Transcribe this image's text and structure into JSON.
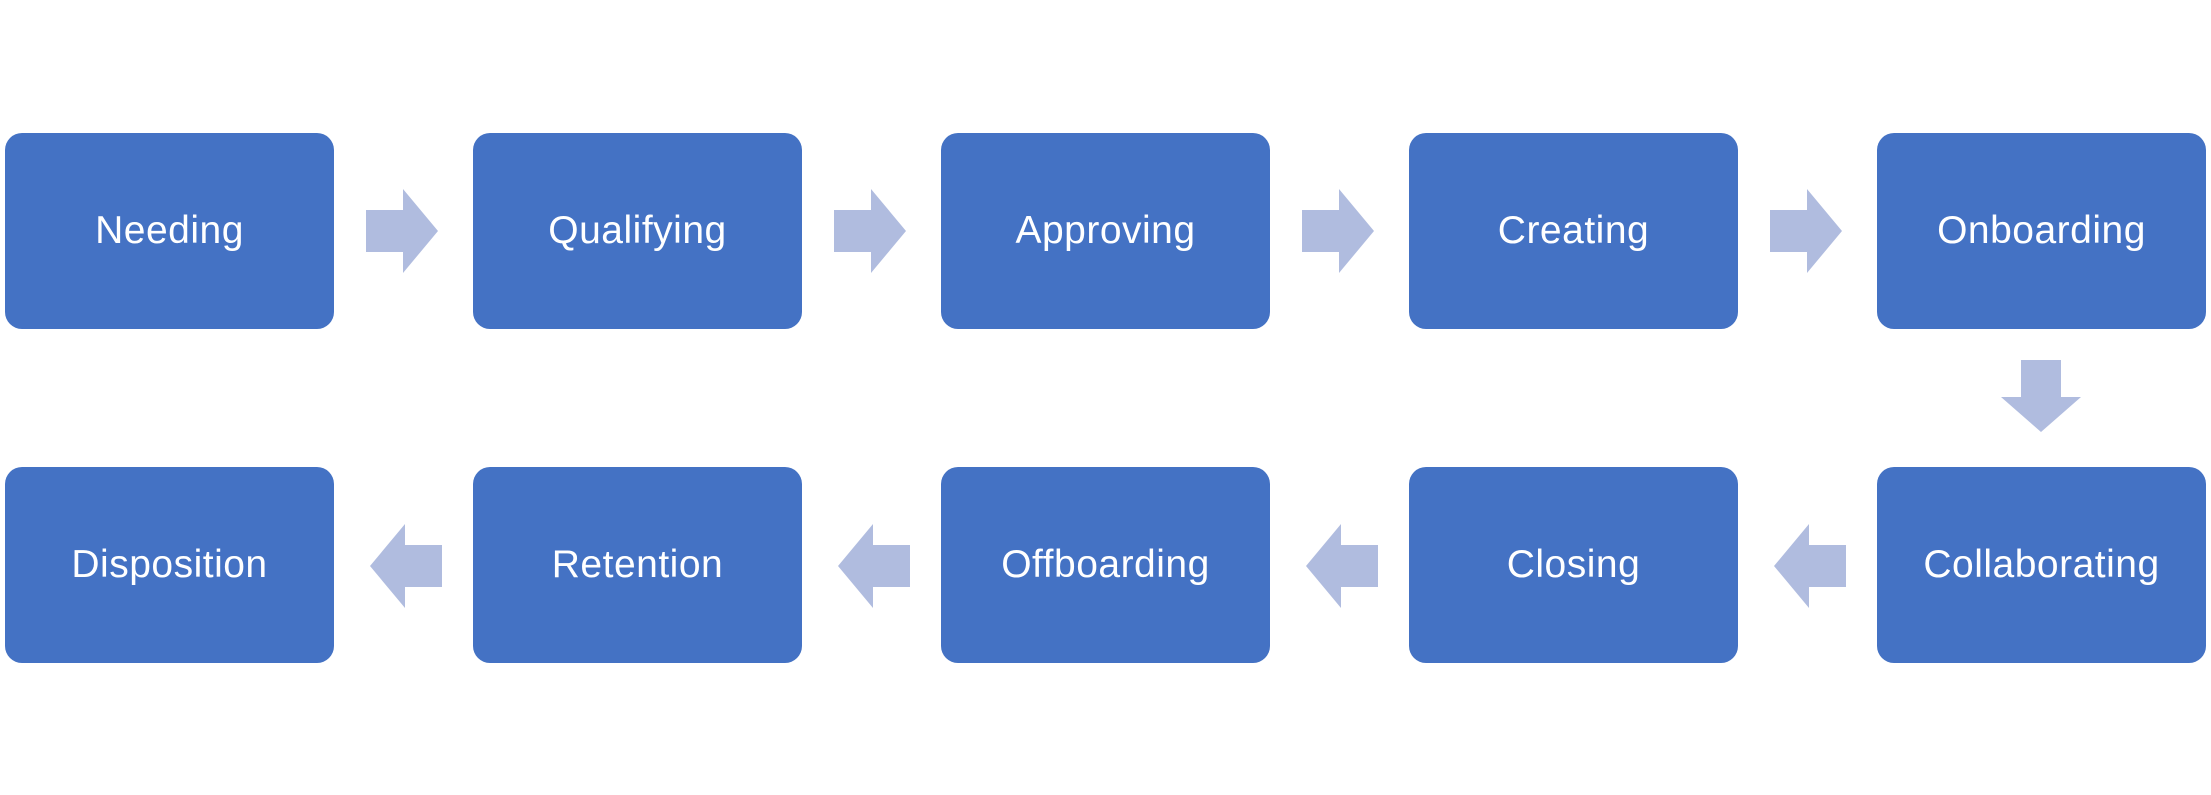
{
  "colors": {
    "box_fill": "#4472C4",
    "box_text": "#FFFFFF",
    "arrow_fill": "#B0BCDF",
    "background": "#FFFFFF"
  },
  "steps": [
    {
      "label": "Needing"
    },
    {
      "label": "Qualifying"
    },
    {
      "label": "Approving"
    },
    {
      "label": "Creating"
    },
    {
      "label": "Onboarding"
    },
    {
      "label": "Collaborating"
    },
    {
      "label": "Closing"
    },
    {
      "label": "Offboarding"
    },
    {
      "label": "Retention"
    },
    {
      "label": "Disposition"
    }
  ],
  "arrows": [
    {
      "from": "Needing",
      "to": "Qualifying",
      "direction": "right"
    },
    {
      "from": "Qualifying",
      "to": "Approving",
      "direction": "right"
    },
    {
      "from": "Approving",
      "to": "Creating",
      "direction": "right"
    },
    {
      "from": "Creating",
      "to": "Onboarding",
      "direction": "right"
    },
    {
      "from": "Onboarding",
      "to": "Collaborating",
      "direction": "down"
    },
    {
      "from": "Collaborating",
      "to": "Closing",
      "direction": "left"
    },
    {
      "from": "Closing",
      "to": "Offboarding",
      "direction": "left"
    },
    {
      "from": "Offboarding",
      "to": "Retention",
      "direction": "left"
    },
    {
      "from": "Retention",
      "to": "Disposition",
      "direction": "left"
    }
  ]
}
